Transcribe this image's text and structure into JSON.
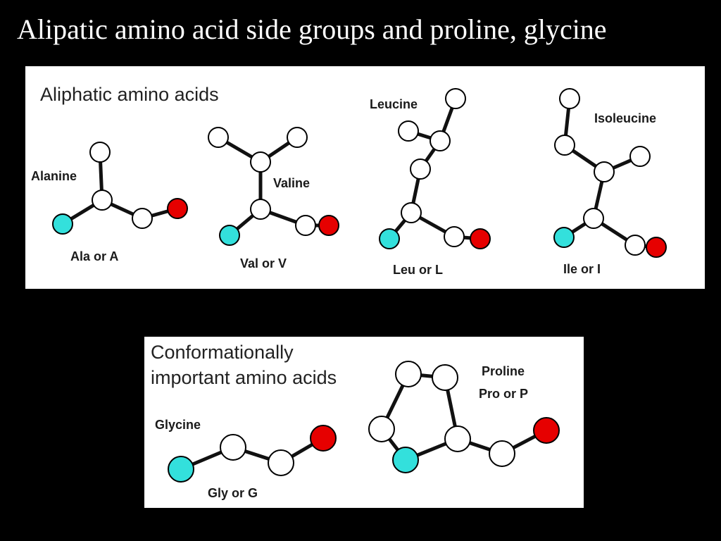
{
  "slide": {
    "title": "Alipatic amino acid side groups and proline, glycine"
  },
  "aliphatic_panel": {
    "heading": "Aliphatic amino acids",
    "alanine": {
      "name": "Alanine",
      "code": "Ala or A"
    },
    "valine": {
      "name": "Valine",
      "code": "Val or V"
    },
    "leucine": {
      "name": "Leucine",
      "code": "Leu or L"
    },
    "isoleucine": {
      "name": "Isoleucine",
      "code": "Ile or I"
    }
  },
  "conformational_panel": {
    "heading_line1": "Conformationally",
    "heading_line2": "important amino acids",
    "glycine": {
      "name": "Glycine",
      "code": "Gly or G"
    },
    "proline": {
      "name": "Proline",
      "code": "Pro or P"
    }
  },
  "atom_colors": {
    "carbon": "#ffffff",
    "nitrogen": "#33e0dc",
    "oxygen": "#e60000"
  }
}
